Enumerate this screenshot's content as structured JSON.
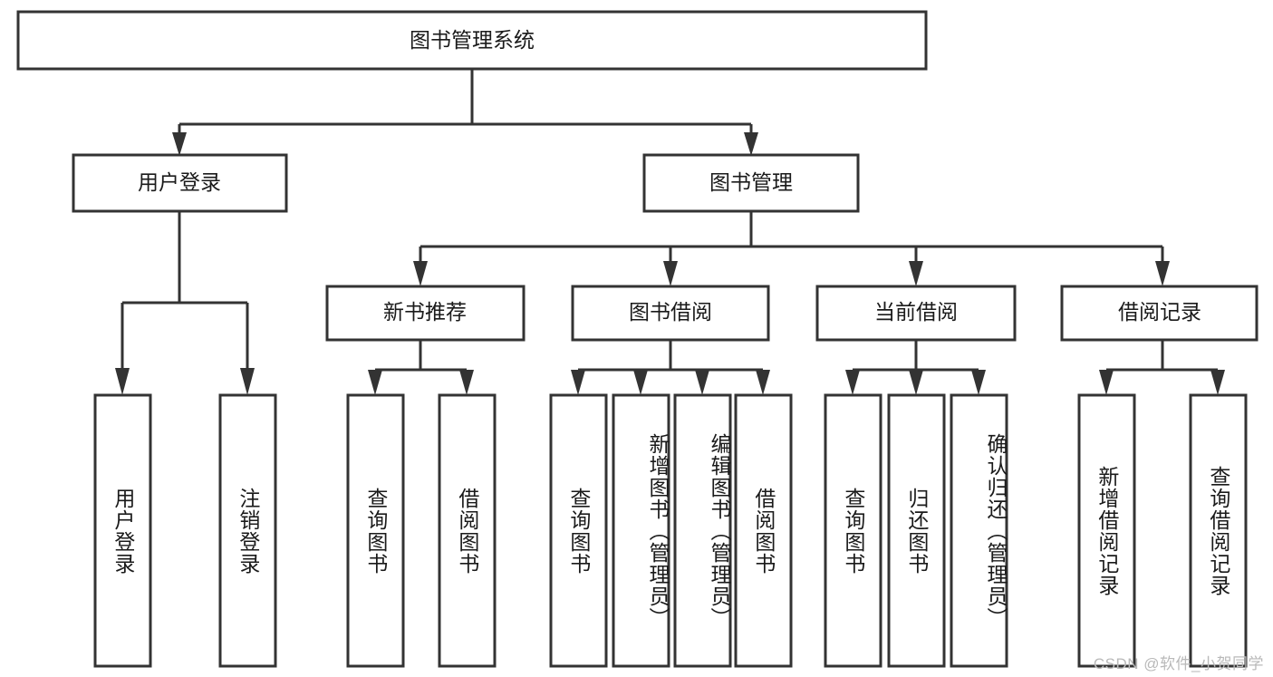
{
  "diagram": {
    "title": "图书管理系统",
    "type": "tree-hierarchy",
    "watermark": "CSDN @软件_小贺同学",
    "colors": {
      "stroke": "#333333",
      "fill": "#ffffff",
      "text": "#1a1a1a",
      "watermark": "#b9b9b9"
    },
    "levels": {
      "level1": [
        {
          "id": "root",
          "label": "图书管理系统"
        }
      ],
      "level2": [
        {
          "id": "user-login",
          "label": "用户登录",
          "parent": "root"
        },
        {
          "id": "book-manage",
          "label": "图书管理",
          "parent": "root"
        }
      ],
      "level3": [
        {
          "id": "new-book-rec",
          "label": "新书推荐",
          "parent": "book-manage"
        },
        {
          "id": "book-borrow",
          "label": "图书借阅",
          "parent": "book-manage"
        },
        {
          "id": "current-borrow",
          "label": "当前借阅",
          "parent": "book-manage"
        },
        {
          "id": "borrow-record",
          "label": "借阅记录",
          "parent": "book-manage"
        }
      ],
      "leaves": [
        {
          "id": "leaf-user-login",
          "label": "用户登录",
          "parent": "user-login"
        },
        {
          "id": "leaf-user-logout",
          "label": "注销登录",
          "parent": "user-login"
        },
        {
          "id": "leaf-rec-query",
          "label": "查询图书",
          "parent": "new-book-rec"
        },
        {
          "id": "leaf-rec-borrow",
          "label": "借阅图书",
          "parent": "new-book-rec"
        },
        {
          "id": "leaf-borrow-query",
          "label": "查询图书",
          "parent": "book-borrow"
        },
        {
          "id": "leaf-borrow-add",
          "label": "新增图书（管理员）",
          "parent": "book-borrow"
        },
        {
          "id": "leaf-borrow-edit",
          "label": "编辑图书（管理员）",
          "parent": "book-borrow"
        },
        {
          "id": "leaf-borrow-lend",
          "label": "借阅图书",
          "parent": "book-borrow"
        },
        {
          "id": "leaf-cur-query",
          "label": "查询图书",
          "parent": "current-borrow"
        },
        {
          "id": "leaf-cur-return",
          "label": "归还图书",
          "parent": "current-borrow"
        },
        {
          "id": "leaf-cur-confirm",
          "label": "确认归还（管理员）",
          "parent": "current-borrow"
        },
        {
          "id": "leaf-rec-add",
          "label": "新增借阅记录",
          "parent": "borrow-record"
        },
        {
          "id": "leaf-rec-query2",
          "label": "查询借阅记录",
          "parent": "borrow-record"
        }
      ]
    }
  }
}
